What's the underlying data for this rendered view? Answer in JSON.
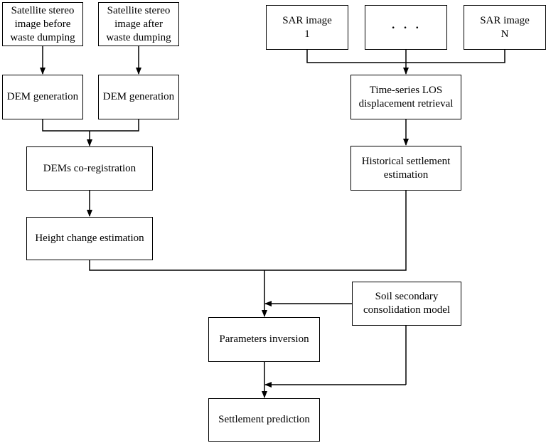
{
  "boxes": {
    "stereo_before": "Satellite stereo\nimage before\nwaste dumping",
    "stereo_after": "Satellite stereo\nimage after\nwaste dumping",
    "dem_gen_1": "DEM generation",
    "dem_gen_2": "DEM generation",
    "dem_coreg": "DEMs co-registration",
    "height_change": "Height change estimation",
    "sar_1": "SAR image\n1",
    "sar_dots": "· · ·",
    "sar_n": "SAR image\nN",
    "los": "Time-series LOS\ndisplacement retrieval",
    "hist_settlement": "Historical settlement\nestimation",
    "soil_model": "Soil secondary\nconsolidation model",
    "params": "Parameters inversion",
    "prediction": "Settlement prediction"
  }
}
